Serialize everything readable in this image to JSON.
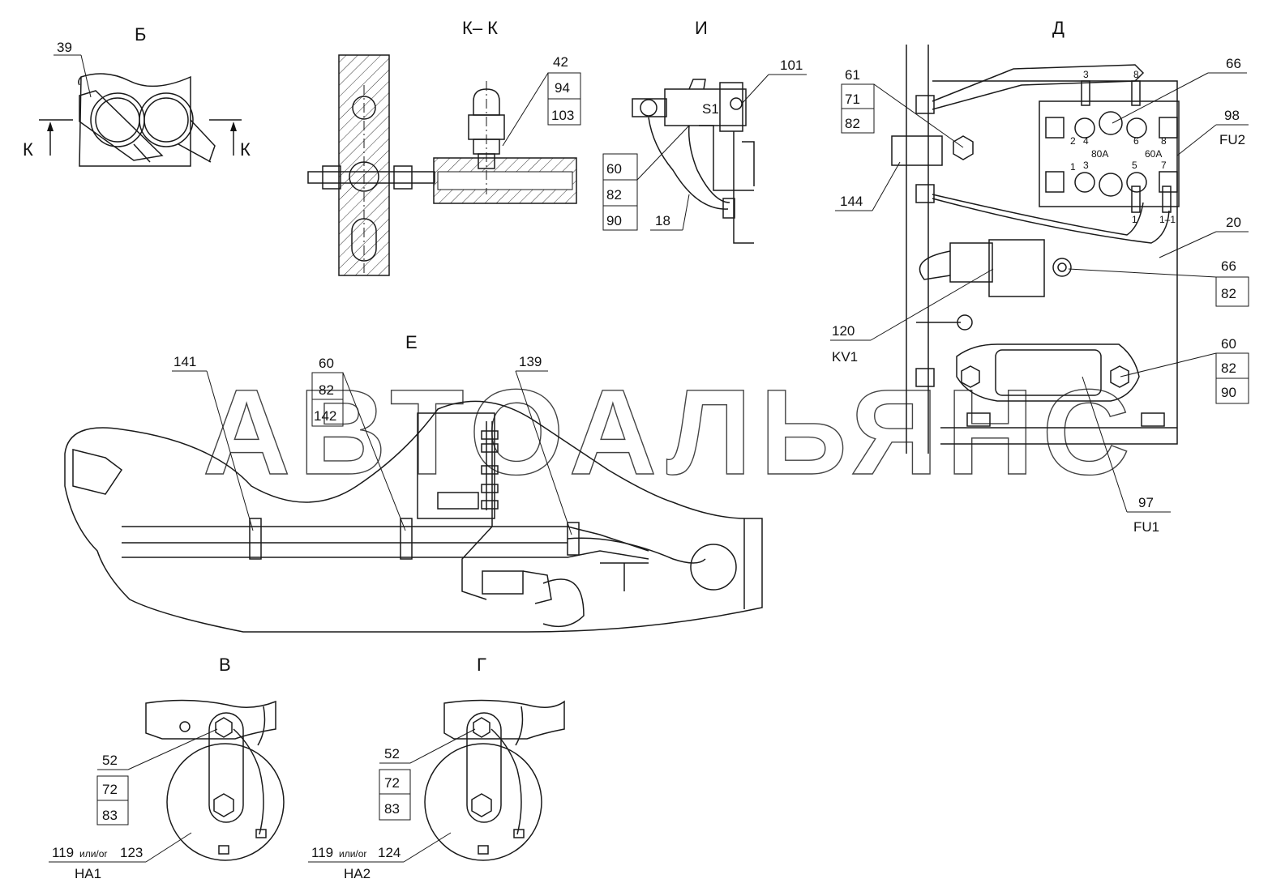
{
  "views": {
    "b": "Б",
    "kk": "К– К",
    "i": "И",
    "d": "Д",
    "e": "Е",
    "v": "В",
    "g": "Г"
  },
  "section_marks": {
    "left": "К",
    "right": "К"
  },
  "callouts": {
    "c39": "39",
    "c42": "42",
    "c94": "94",
    "c103": "103",
    "c101": "101",
    "c60i": "60",
    "c82i": "82",
    "c90i": "90",
    "c18": "18",
    "s1": "S1",
    "c61": "61",
    "c71": "71",
    "c82d": "82",
    "c144": "144",
    "c66top": "66",
    "c98": "98",
    "fu2": "FU2",
    "c20": "20",
    "c66r": "66",
    "c82r": "82",
    "c120": "120",
    "kv1": "KV1",
    "c60d": "60",
    "c82d2": "82",
    "c90d": "90",
    "c97": "97",
    "fu1": "FU1",
    "c141": "141",
    "c60e": "60",
    "c82e": "82",
    "c142": "142",
    "c139": "139",
    "c52v": "52",
    "c72v": "72",
    "c83v": "83",
    "c119v": "119",
    "ili_v": "или/or",
    "c123": "123",
    "ha1": "HA1",
    "c52g": "52",
    "c72g": "72",
    "c83g": "83",
    "c119g": "119",
    "ili_g": "или/or",
    "c124": "124",
    "ha2": "HA2"
  },
  "fuse_block": {
    "t2": "2",
    "t4": "4",
    "t6": "6",
    "t8": "8",
    "t1": "1",
    "t3": "3",
    "t5": "5",
    "t7": "7",
    "a80": "80A",
    "a60": "60A",
    "w3": "3",
    "w8": "8",
    "w1": "1",
    "w11": "1–1"
  },
  "watermark": "АВТОАЛЬЯНС"
}
